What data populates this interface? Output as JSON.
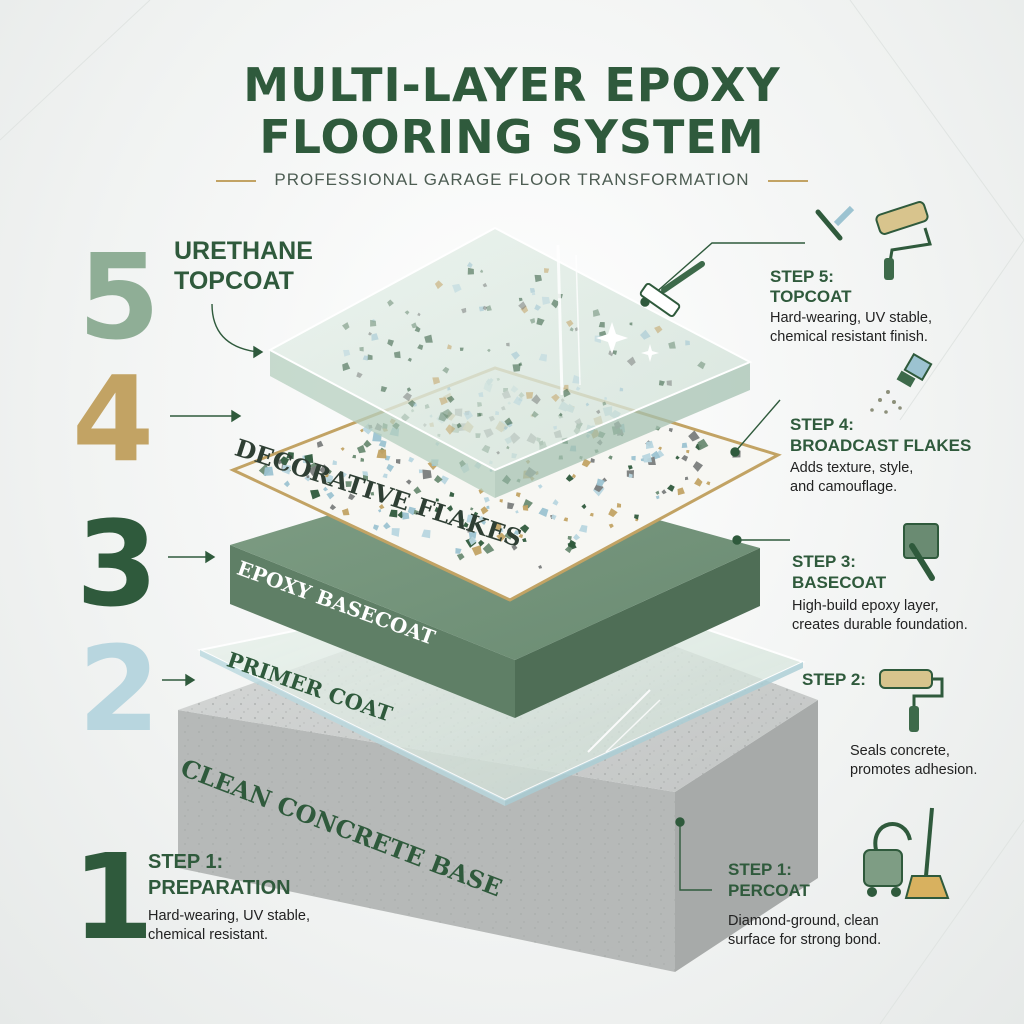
{
  "header": {
    "title_line1": "MULTI-LAYER EPOXY",
    "title_line2": "FLOORING SYSTEM",
    "subtitle": "PROFESSIONAL GARAGE FLOOR TRANSFORMATION"
  },
  "numbers": {
    "n5": "5",
    "n4": "4",
    "n3": "3",
    "n2": "2",
    "n1": "1"
  },
  "layers": {
    "urethane_line1": "URETHANE",
    "urethane_line2": "TOPCOAT",
    "flakes": "DECORATIVE FLAKES",
    "basecoat": "EPOXY BASECOAT",
    "primer": "PRIMER COAT",
    "concrete": "CLEAN CONCRETE BASE"
  },
  "steps": {
    "s5_title1": "STEP 5:",
    "s5_title2": "TOPCOAT",
    "s5_desc1": "Hard-wearing, UV stable,",
    "s5_desc2": "chemical resistant finish.",
    "s4_title1": "STEP 4:",
    "s4_title2": "BROADCAST FLAKES",
    "s4_desc1": "Adds texture, style,",
    "s4_desc2": "and camouflage.",
    "s3_title1": "STEP 3:",
    "s3_title2": "BASECOAT",
    "s3_desc1": "High-build epoxy layer,",
    "s3_desc2": "creates durable foundation.",
    "s2_title1": "STEP 2:",
    "s2_desc1": "Seals concrete,",
    "s2_desc2": "promotes adhesion.",
    "s1r_title1": "STEP 1:",
    "s1r_title2": "PERCOAT",
    "s1r_desc1": "Diamond-ground, clean",
    "s1r_desc2": "surface for strong bond.",
    "s1l_title1": "STEP 1:",
    "s1l_title2": "PREPARATION",
    "s1l_desc1": "Hard-wearing, UV stable,",
    "s1l_desc2": "chemical resistant."
  },
  "colors": {
    "dark_green": "#2f5a3c",
    "sage": "#8fae96",
    "gold": "#c2a364",
    "light_blue": "#b8d6df",
    "concrete": "#c9cbca"
  },
  "icons": [
    "squeegee-icon",
    "roller-icon",
    "flake-spray-icon",
    "trowel-icon",
    "vacuum-icon",
    "broom-icon",
    "sparkle-icon"
  ]
}
